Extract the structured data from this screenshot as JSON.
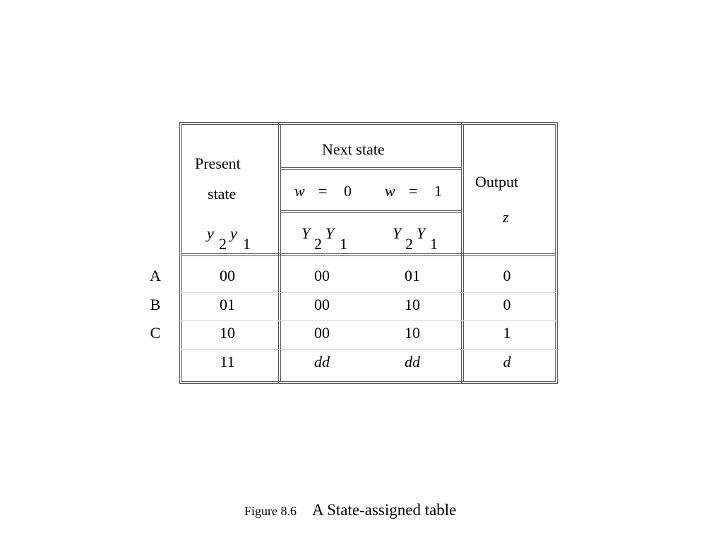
{
  "header": {
    "present_state": [
      "Present",
      "state"
    ],
    "next_state": "Next state",
    "w0": {
      "var": "w",
      "eq": "=",
      "val": "0"
    },
    "w1": {
      "var": "w",
      "eq": "=",
      "val": "1"
    },
    "output": "Output",
    "output_var": "z",
    "y2y1": {
      "a": "y",
      "a_sub": "2",
      "b": "y",
      "b_sub": "1"
    },
    "Y2Y1_w0": {
      "a": "Y",
      "a_sub": "2",
      "b": "Y",
      "b_sub": "1"
    },
    "Y2Y1_w1": {
      "a": "Y",
      "a_sub": "2",
      "b": "Y",
      "b_sub": "1"
    }
  },
  "rows": [
    {
      "label": "A",
      "present": "00",
      "next_w0": "00",
      "next_w1": "01",
      "z": "0"
    },
    {
      "label": "B",
      "present": "01",
      "next_w0": "00",
      "next_w1": "10",
      "z": "0"
    },
    {
      "label": "C",
      "present": "10",
      "next_w0": "00",
      "next_w1": "10",
      "z": "1"
    },
    {
      "label": "",
      "present": "11",
      "next_w0": "dd",
      "next_w1": "dd",
      "z": "d"
    }
  ],
  "caption": {
    "label": "Figure 8.6",
    "title": "A State-assigned table"
  }
}
